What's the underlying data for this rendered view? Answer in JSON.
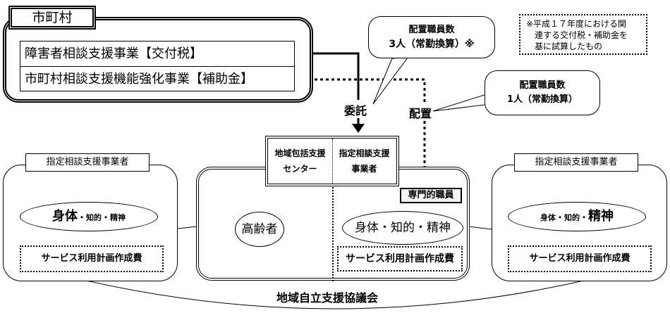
{
  "municipality": {
    "title": "市町村",
    "programs": [
      {
        "label": "障害者相談支援事業【交付税】",
        "line_style": "solid"
      },
      {
        "label": "市町村相談支援機能強化事業【補助金】",
        "line_style": "dotted"
      }
    ]
  },
  "callouts": {
    "outsourced_staff": {
      "line1": "配置職員数",
      "line2": "3人（常勤換算）※"
    },
    "placed_staff": {
      "line1": "配置職員数",
      "line2": "1人（常勤換算）"
    }
  },
  "note": {
    "lines": [
      "※平成１７年度における関",
      "　連する交付税・補助金を",
      "　基に試算したもの"
    ]
  },
  "flow_labels": {
    "outsource": "委託",
    "placement": "配置"
  },
  "center": {
    "header_left": {
      "line1": "地域包括支援",
      "line2": "センター"
    },
    "header_right": {
      "line1": "指定相談支援",
      "line2": "事業者"
    },
    "staff_badge": "専門的職員",
    "left_target": "高齢者",
    "right_target": "身体・知的・精神",
    "right_service": "サービス利用計画作成費"
  },
  "left_provider": {
    "title": "指定相談支援事業者",
    "target": {
      "part1": "身体",
      "sep1": "・",
      "part2": "知的",
      "sep2": "・",
      "part3": "精神"
    },
    "service": "サービス利用計画作成費"
  },
  "right_provider": {
    "title": "指定相談支援事業者",
    "target": {
      "part1": "身体",
      "sep1": "・",
      "part2": "知的",
      "sep2": "・",
      "part3": "精神"
    },
    "service": "サービス利用計画作成費"
  },
  "council": "地域自立支援協議会"
}
